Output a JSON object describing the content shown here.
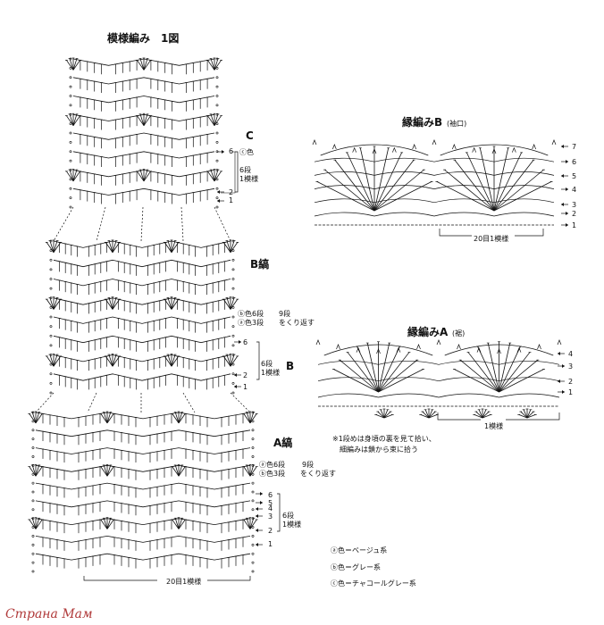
{
  "titles": {
    "main": "模様編み　1図",
    "edging_b": "縁編みB",
    "edging_b_sub": "(袖口)",
    "edging_a": "縁編みA",
    "edging_a_sub": "(裾)"
  },
  "panel_c": {
    "label": "C",
    "color_note": "ⓒ色",
    "rows_note_1": "6段",
    "rows_note_2": "1模様",
    "row_numbers": [
      "6",
      "2",
      "1"
    ]
  },
  "panel_b": {
    "heading": "B縞",
    "label": "B",
    "stripe_1": "ⓑ色6段",
    "stripe_2": "ⓐ色3段",
    "repeat_1": "9段",
    "repeat_2": "をくり返す",
    "rows_note_1": "6段",
    "rows_note_2": "1模様",
    "row_numbers": [
      "6",
      "2",
      "1"
    ]
  },
  "panel_a": {
    "heading": "A縞",
    "stripe_1": "ⓐ色6段",
    "stripe_2": "ⓑ色3段",
    "repeat_1": "9段",
    "repeat_2": "をくり返す",
    "rows_note_1": "6段",
    "rows_note_2": "1模様",
    "row_numbers": [
      "6",
      "5",
      "4",
      "3",
      "2",
      "1"
    ],
    "repeat_label": "20目1模様"
  },
  "edging_b": {
    "row_numbers": [
      "7",
      "6",
      "5",
      "4",
      "3",
      "2",
      "1"
    ],
    "repeat_label": "20目1模様"
  },
  "edging_a": {
    "row_numbers": [
      "4",
      "3",
      "2",
      "1"
    ],
    "repeat_label": "1模様",
    "note_1": "※1段めは身頃の裏を見て拾い、",
    "note_2": "細編みは鎖から束に拾う"
  },
  "legend": [
    "ⓐ色＝ベージュ系",
    "ⓑ色＝グレー系",
    "ⓒ色＝チャコールグレー系"
  ],
  "watermark": "Страна Мам"
}
